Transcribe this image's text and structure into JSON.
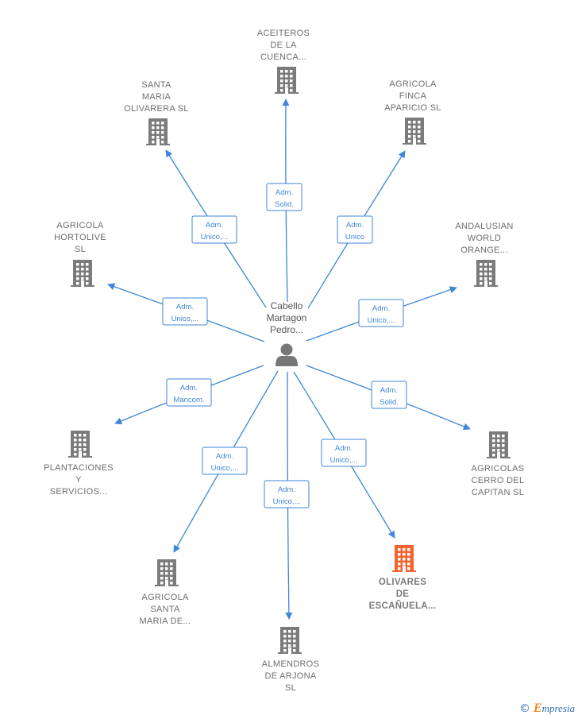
{
  "colors": {
    "edge": "#3d86d8",
    "building": "#7b7b7b",
    "building_highlight": "#f2652f",
    "person": "#777777",
    "label": "#6d6d6d"
  },
  "center": {
    "label_lines": [
      "Cabello",
      "Martagon",
      "Pedro..."
    ],
    "icon": "person-icon"
  },
  "companies": [
    {
      "id": "aceiteros",
      "lines": [
        "ACEITEROS",
        "DE LA",
        "CUENCA..."
      ],
      "edge_lines": [
        "Adm.",
        "Solid."
      ],
      "highlight": false
    },
    {
      "id": "agricola-finca",
      "lines": [
        "AGRICOLA",
        "FINCA",
        "APARICIO  SL"
      ],
      "edge_lines": [
        "Adm.",
        "Unico"
      ],
      "highlight": false
    },
    {
      "id": "andalusian",
      "lines": [
        "ANDALUSIAN",
        "WORLD",
        "ORANGE..."
      ],
      "edge_lines": [
        "Adm.",
        "Unico,..."
      ],
      "highlight": false
    },
    {
      "id": "agricolas-cerro",
      "lines": [
        "AGRICOLAS",
        "CERRO DEL",
        "CAPITAN  SL"
      ],
      "edge_lines": [
        "Adm.",
        "Solid."
      ],
      "highlight": false
    },
    {
      "id": "olivares",
      "lines": [
        "OLIVARES",
        "DE",
        "ESCAÑUELA..."
      ],
      "edge_lines": [
        "Adm.",
        "Unico,..."
      ],
      "highlight": true
    },
    {
      "id": "almendros",
      "lines": [
        "ALMENDROS",
        "DE ARJONA",
        "SL"
      ],
      "edge_lines": [
        "Adm.",
        "Unico,..."
      ],
      "highlight": false
    },
    {
      "id": "agricola-santa-maria",
      "lines": [
        "AGRICOLA",
        "SANTA",
        "MARIA DE..."
      ],
      "edge_lines": [
        "Adm.",
        "Unico,..."
      ],
      "highlight": false
    },
    {
      "id": "plantaciones",
      "lines": [
        "PLANTACIONES",
        "Y",
        "SERVICIOS..."
      ],
      "edge_lines": [
        "Adm.",
        "Mancom."
      ],
      "highlight": false
    },
    {
      "id": "agricola-hortolive",
      "lines": [
        "AGRICOLA",
        "HORTOLIVE",
        "SL"
      ],
      "edge_lines": [
        "Adm.",
        "Unico,..."
      ],
      "highlight": false
    },
    {
      "id": "santa-maria-olivarera",
      "lines": [
        "SANTA",
        "MARIA",
        "OLIVARERA  SL"
      ],
      "edge_lines": [
        "Adm.",
        "Unico,..."
      ],
      "highlight": false
    }
  ],
  "watermark": {
    "copyright": "©",
    "brand_initial": "E",
    "brand_rest": "mpresia"
  }
}
